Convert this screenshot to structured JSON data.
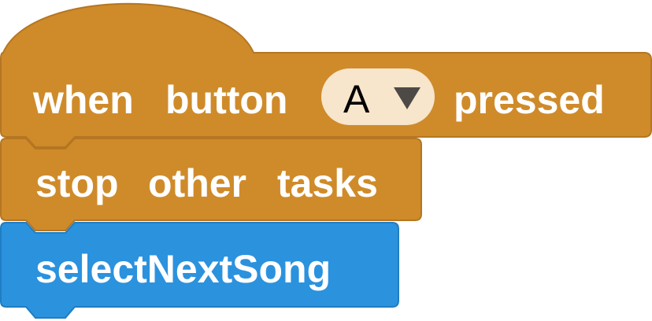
{
  "colors": {
    "event_fill": "#cf8b2a",
    "event_stroke": "#b57622",
    "function_fill": "#2b92de",
    "function_stroke": "#1f7dc2",
    "dropdown_fill": "#f7e5cc",
    "dropdown_text": "#000000",
    "dropdown_arrow": "#4d4a46",
    "text": "#ffffff"
  },
  "event_block": {
    "when_label": "when",
    "button_label": "button",
    "dropdown_value": "A",
    "dropdown_icon": "triangle-down-icon",
    "pressed_label": "pressed"
  },
  "stop_block": {
    "stop_label": "stop",
    "other_label": "other",
    "tasks_label": "tasks"
  },
  "call_block": {
    "function_label": "selectNextSong"
  }
}
